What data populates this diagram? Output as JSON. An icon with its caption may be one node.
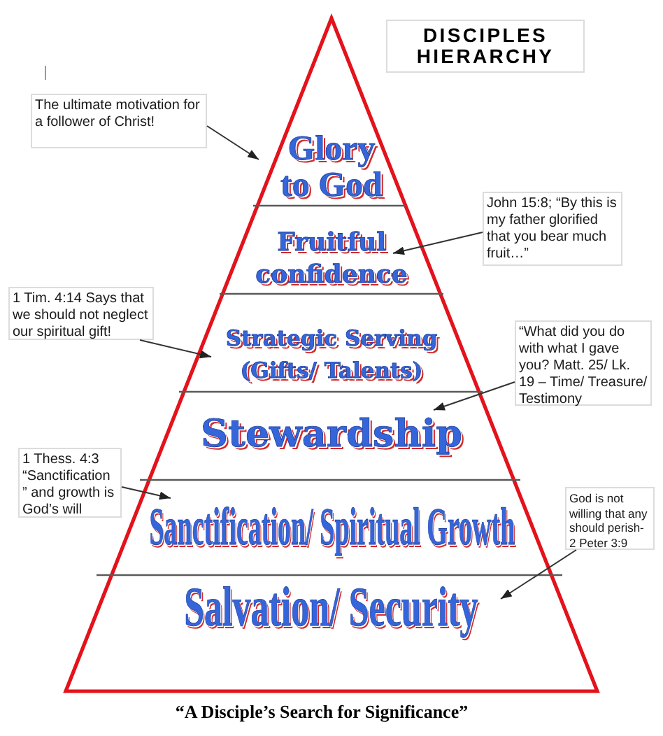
{
  "diagram": {
    "title": "DISCIPLES HIERARCHY",
    "caption": "“A Disciple’s Search for Significance”",
    "nodes": [
      {
        "text": [
          "The ultimate motivation for a follower of Christ!"
        ]
      },
      {
        "text": [
          "Glory to God"
        ]
      },
      {
        "text": [
          "John 15:8; “By this is my father glorified that you bear much fruit…”"
        ]
      },
      {
        "text": [
          "Fruitful confidence"
        ]
      },
      {
        "text": [
          "1 Tim. 4:14 Says that we should not neglect our spiritual gift!"
        ]
      },
      {
        "text": [
          "Strategic Serving (Gifts/ Talents)"
        ]
      },
      {
        "text": [
          "“What did you do with what I gave you? Matt. 25/ Lk. 19 – Time/ Treasure/ Testimony"
        ]
      },
      {
        "text": [
          "Stewardship"
        ]
      },
      {
        "text": [
          "1 Thess. 4:3 “Sanctification ” and growth is God’s will"
        ]
      },
      {
        "text": [
          "Sanctification/ Spiritual Growth"
        ]
      },
      {
        "text": [
          "God is not willing that any should perish- 2 Peter 3:9"
        ]
      },
      {
        "text": [
          "Salvation/ Security"
        ]
      }
    ],
    "edges": [
      {
        "from": 0,
        "to": 1,
        "arrow": "to"
      },
      {
        "from": 2,
        "to": 3,
        "arrow": "to"
      },
      {
        "from": 4,
        "to": 5,
        "arrow": "to"
      },
      {
        "from": 6,
        "to": 7,
        "arrow": "to"
      },
      {
        "from": 8,
        "to": 9,
        "arrow": "to"
      },
      {
        "from": 10,
        "to": 11,
        "arrow": "to"
      }
    ]
  }
}
